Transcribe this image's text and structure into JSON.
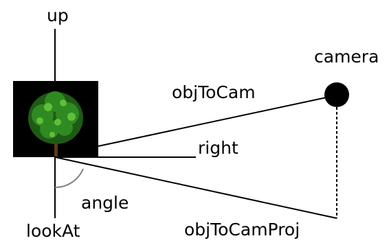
{
  "labels": {
    "up": "up",
    "camera": "camera",
    "obj_to_cam": "objToCam",
    "right": "right",
    "angle": "angle",
    "look_at": "lookAt",
    "obj_to_cam_proj": "objToCamProj"
  },
  "colors": {
    "background": "#ffffff",
    "ink": "#000000",
    "billboard_background": "#000000",
    "foliage_dark": "#1e5a14",
    "foliage": "#2f8a22",
    "foliage_light": "#5fbf3a",
    "trunk": "#5a3a1e",
    "angle_arc": "#808080"
  }
}
